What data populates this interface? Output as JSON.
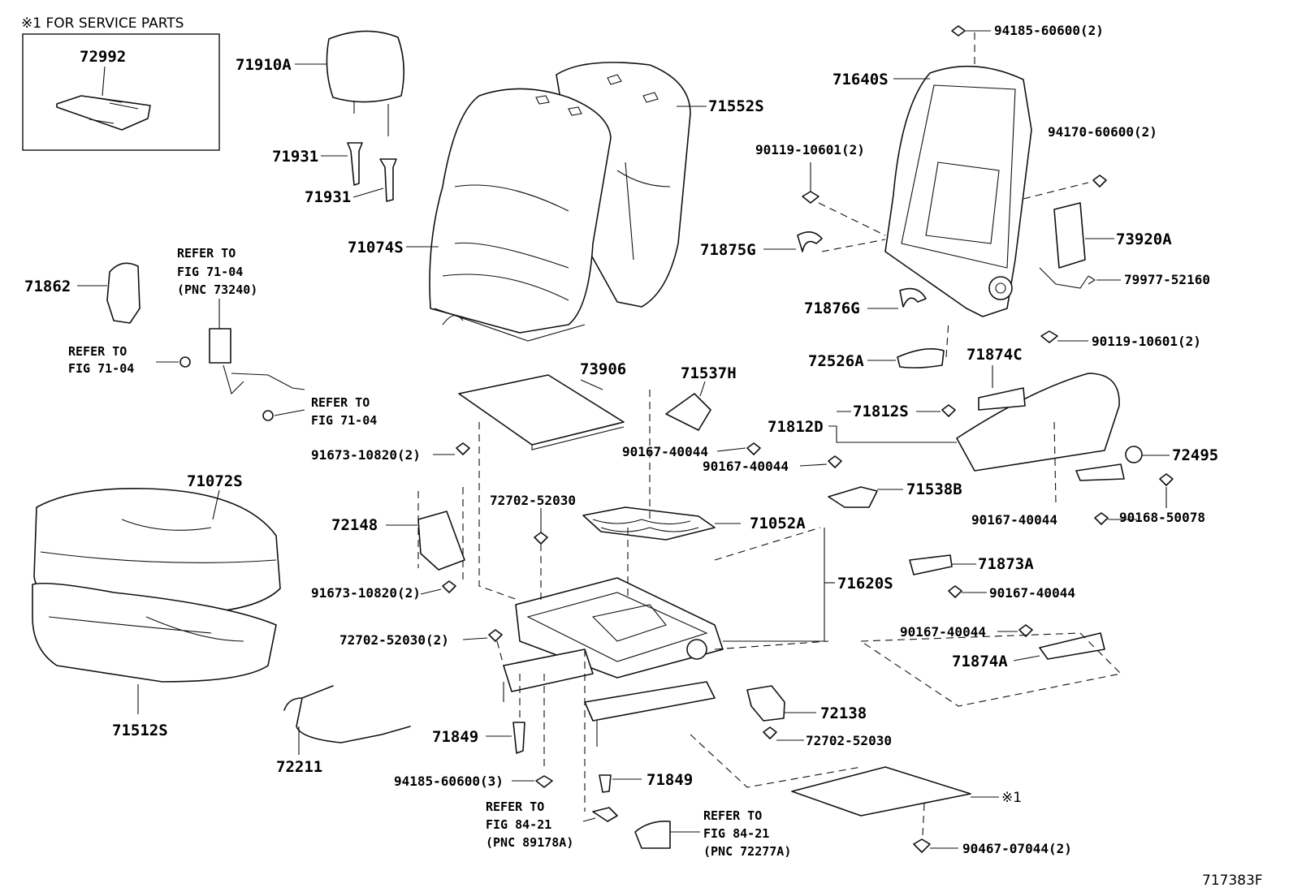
{
  "service_box": {
    "title": "※1 FOR SERVICE PARTS",
    "part": "72992"
  },
  "figure_number": "717383F",
  "labels": [
    {
      "id": "l71910A",
      "text": "71910A"
    },
    {
      "id": "l71931a",
      "text": "71931"
    },
    {
      "id": "l71931b",
      "text": "71931"
    },
    {
      "id": "l71552S",
      "text": "71552S"
    },
    {
      "id": "l71074S",
      "text": "71074S"
    },
    {
      "id": "l71862",
      "text": "71862"
    },
    {
      "id": "l73906",
      "text": "73906"
    },
    {
      "id": "l71537H",
      "text": "71537H"
    },
    {
      "id": "l71640S",
      "text": "71640S"
    },
    {
      "id": "l94185_2",
      "text": "94185-60600(2)"
    },
    {
      "id": "l94170",
      "text": "94170-60600(2)"
    },
    {
      "id": "l90119a",
      "text": "90119-10601(2)"
    },
    {
      "id": "l71875G",
      "text": "71875G"
    },
    {
      "id": "l73920A",
      "text": "73920A"
    },
    {
      "id": "l79977",
      "text": "79977-52160"
    },
    {
      "id": "l71876G",
      "text": "71876G"
    },
    {
      "id": "l90119b",
      "text": "90119-10601(2)"
    },
    {
      "id": "l72526A",
      "text": "72526A"
    },
    {
      "id": "l71874C",
      "text": "71874C"
    },
    {
      "id": "l71812S",
      "text": "71812S"
    },
    {
      "id": "l71812D",
      "text": "71812D"
    },
    {
      "id": "l72495",
      "text": "72495"
    },
    {
      "id": "l90167a",
      "text": "90167-40044"
    },
    {
      "id": "l90167b",
      "text": "90167-40044"
    },
    {
      "id": "l71538B",
      "text": "71538B"
    },
    {
      "id": "l90167c",
      "text": "90167-40044"
    },
    {
      "id": "l90168",
      "text": "90168-50078"
    },
    {
      "id": "l91673a",
      "text": "91673-10820(2)"
    },
    {
      "id": "l71072S",
      "text": "71072S"
    },
    {
      "id": "l72148",
      "text": "72148"
    },
    {
      "id": "l72702a",
      "text": "72702-52030"
    },
    {
      "id": "l71052A",
      "text": "71052A"
    },
    {
      "id": "l71873A",
      "text": "71873A"
    },
    {
      "id": "l90167d",
      "text": "90167-40044"
    },
    {
      "id": "l91673b",
      "text": "91673-10820(2)"
    },
    {
      "id": "l71620S",
      "text": "71620S"
    },
    {
      "id": "l72702b",
      "text": "72702-52030(2)"
    },
    {
      "id": "l90167e",
      "text": "90167-40044"
    },
    {
      "id": "l71874A",
      "text": "71874A"
    },
    {
      "id": "l72138",
      "text": "72138"
    },
    {
      "id": "l71512S",
      "text": "71512S"
    },
    {
      "id": "l72211",
      "text": "72211"
    },
    {
      "id": "l71849a",
      "text": "71849"
    },
    {
      "id": "l72702c",
      "text": "72702-52030"
    },
    {
      "id": "l94185_3",
      "text": "94185-60600(3)"
    },
    {
      "id": "l71849b",
      "text": "71849"
    },
    {
      "id": "l_x1",
      "text": "※1"
    },
    {
      "id": "l90467",
      "text": "90467-07044(2)"
    }
  ],
  "references": [
    {
      "id": "r1",
      "lines": [
        "REFER TO",
        "FIG 71-04",
        "(PNC 73240)"
      ]
    },
    {
      "id": "r2",
      "lines": [
        "REFER TO",
        "FIG 71-04"
      ]
    },
    {
      "id": "r3",
      "lines": [
        "REFER TO",
        "FIG 71-04"
      ]
    },
    {
      "id": "r4",
      "lines": [
        "REFER TO",
        "FIG 84-21",
        "(PNC 89178A)"
      ]
    },
    {
      "id": "r5",
      "lines": [
        "REFER TO",
        "FIG 84-21",
        "(PNC 72277A)"
      ]
    }
  ]
}
